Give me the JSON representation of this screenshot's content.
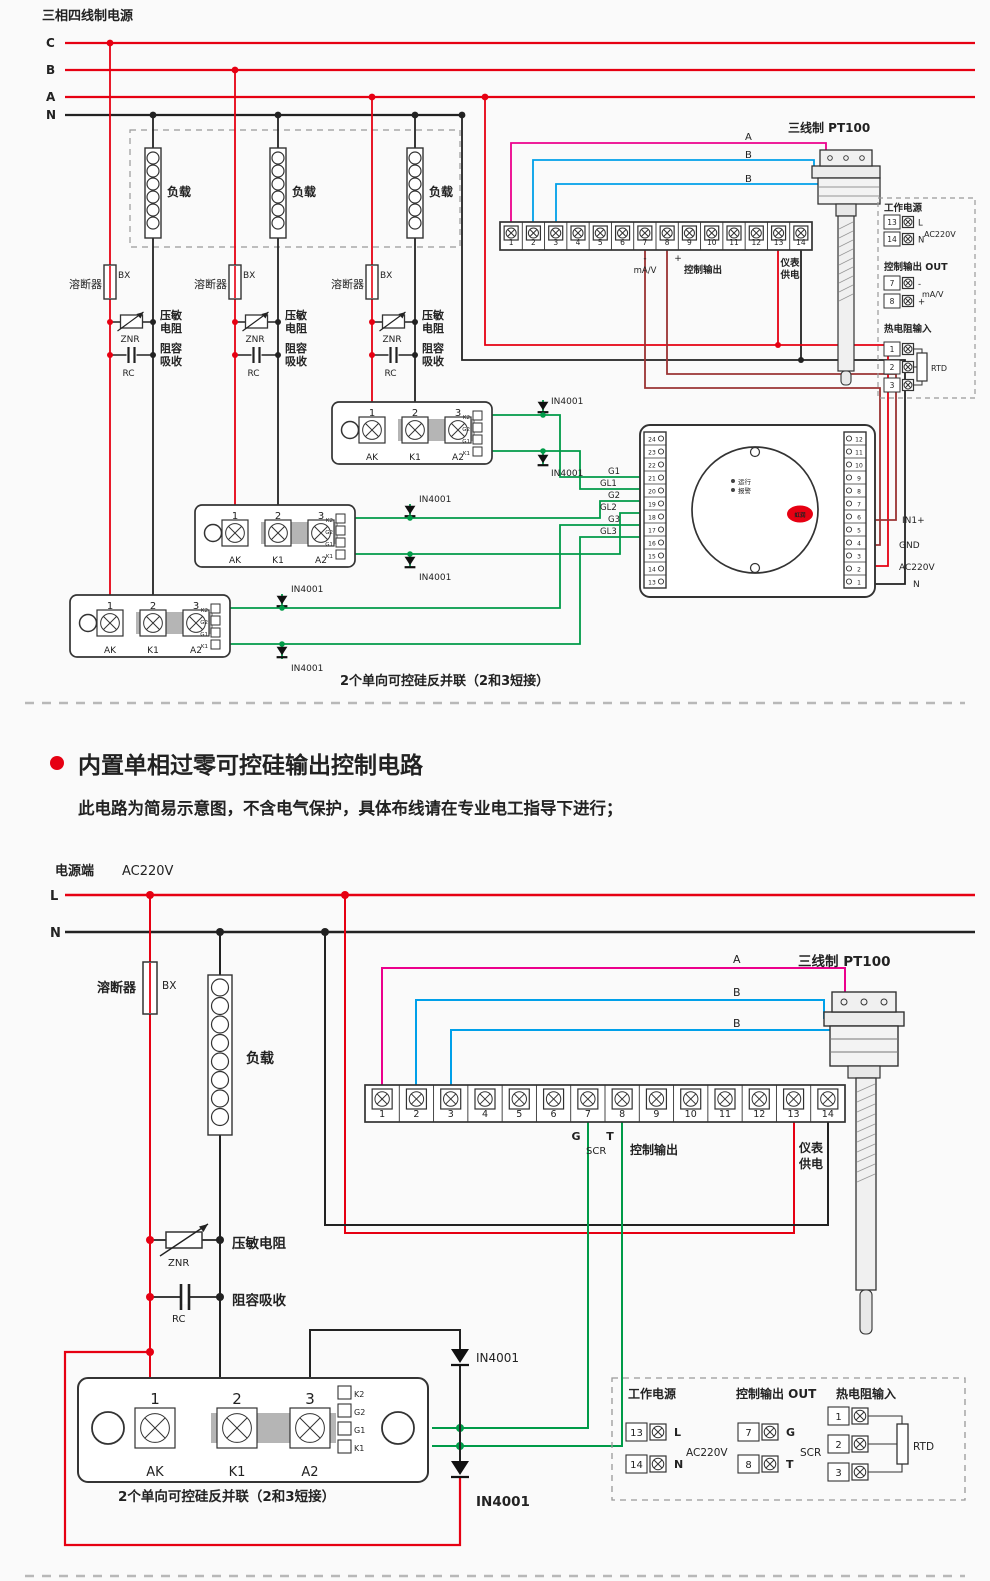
{
  "colors": {
    "red": "#e60012",
    "black": "#222222",
    "green": "#009b48",
    "magenta": "#ec008c",
    "blue": "#00a0e9",
    "maroon": "#9b3333",
    "gray_band": "#b5b5b5"
  },
  "top": {
    "source_title": "三相四线制电源",
    "phases": [
      "C",
      "B",
      "A",
      "N"
    ],
    "load": "负载",
    "fuse": "溶断器",
    "fuse_code": "BX",
    "znr_code": "ZNR",
    "znr_1": "压敏",
    "znr_2": "电阻",
    "rc_code": "RC",
    "rc_1": "阻容",
    "rc_2": "吸收",
    "diode": "IN4001",
    "ssr_nums": [
      "1",
      "2",
      "3"
    ],
    "ssr_pads": [
      "AK",
      "K1",
      "A2"
    ],
    "ssr_side": [
      "K2",
      "G2",
      "G1",
      "K1"
    ],
    "strip_nums": [
      "1",
      "2",
      "3",
      "4",
      "5",
      "6",
      "7",
      "8",
      "9",
      "10",
      "11",
      "12",
      "13",
      "14"
    ],
    "minus": "-",
    "plus": "+",
    "mav": "mA/V",
    "ctrl_out": "控制输出",
    "meter1": "仪表",
    "meter2": "供电",
    "pt100_title": "三线制 PT100",
    "pt100_wires": [
      "A",
      "B",
      "B"
    ],
    "gate_labels": [
      "G1",
      "GL1",
      "G2",
      "GL2",
      "G3",
      "GL3"
    ],
    "ctl_left": [
      "24",
      "23",
      "22",
      "21",
      "20",
      "19",
      "18",
      "17",
      "16",
      "15",
      "14",
      "13"
    ],
    "ctl_right": [
      "12",
      "11",
      "10",
      "9",
      "8",
      "7",
      "6",
      "5",
      "4",
      "3",
      "2",
      "1"
    ],
    "ctl_run": "运行",
    "ctl_alarm": "报警",
    "ctl_logo": "虹润",
    "ctl_in1": "IN1+",
    "ctl_gnd": "GND",
    "ctl_ac": "AC220V",
    "ctl_n": "N",
    "panel_power": "工作电源",
    "panel_power_rows": [
      [
        "13",
        "L"
      ],
      [
        "14",
        "N"
      ]
    ],
    "panel_power_note": "AC220V",
    "panel_out": "控制输出 OUT",
    "panel_out_rows": [
      [
        "7",
        "-"
      ],
      [
        "8",
        "+"
      ]
    ],
    "panel_out_note": "mA/V",
    "panel_rtd": "热电阻输入",
    "panel_rtd_rows": [
      "1",
      "2",
      "3"
    ],
    "panel_rtd_note": "RTD",
    "caption": "2个单向可控硅反并联（2和3短接）"
  },
  "middle": {
    "heading": "内置单相过零可控硅输出控制电路",
    "subtitle": "此电路为简易示意图，不含电气保护，具体布线请在专业电工指导下进行；"
  },
  "bottom": {
    "source_label": "电源端",
    "source_voltage": "AC220V",
    "l": "L",
    "n": "N",
    "fuse": "溶断器",
    "fuse_code": "BX",
    "load": "负载",
    "znr_code": "ZNR",
    "znr": "压敏电阻",
    "rc_code": "RC",
    "rc": "阻容吸收",
    "diode": "IN4001",
    "ssr_nums": [
      "1",
      "2",
      "3"
    ],
    "ssr_pads": [
      "AK",
      "K1",
      "A2"
    ],
    "ssr_side": [
      "K2",
      "G2",
      "G1",
      "K1"
    ],
    "caption": "2个单向可控硅反并联（2和3短接）",
    "strip_nums": [
      "1",
      "2",
      "3",
      "4",
      "5",
      "6",
      "7",
      "8",
      "9",
      "10",
      "11",
      "12",
      "13",
      "14"
    ],
    "g": "G",
    "scr": "SCR",
    "t": "T",
    "ctrl_out": "控制输出",
    "meter1": "仪表",
    "meter2": "供电",
    "pt100_title": "三线制 PT100",
    "pt100_wires": [
      "A",
      "B",
      "B"
    ],
    "legend_power": "工作电源",
    "legend_power_rows": [
      [
        "13",
        "L"
      ],
      [
        "14",
        "N"
      ]
    ],
    "legend_power_note": "AC220V",
    "legend_out": "控制输出 OUT",
    "legend_out_rows": [
      [
        "7",
        "G"
      ],
      [
        "8",
        "T"
      ]
    ],
    "legend_out_note": "SCR",
    "legend_rtd": "热电阻输入",
    "legend_rtd_rows": [
      "1",
      "2",
      "3"
    ],
    "legend_rtd_note": "RTD"
  }
}
